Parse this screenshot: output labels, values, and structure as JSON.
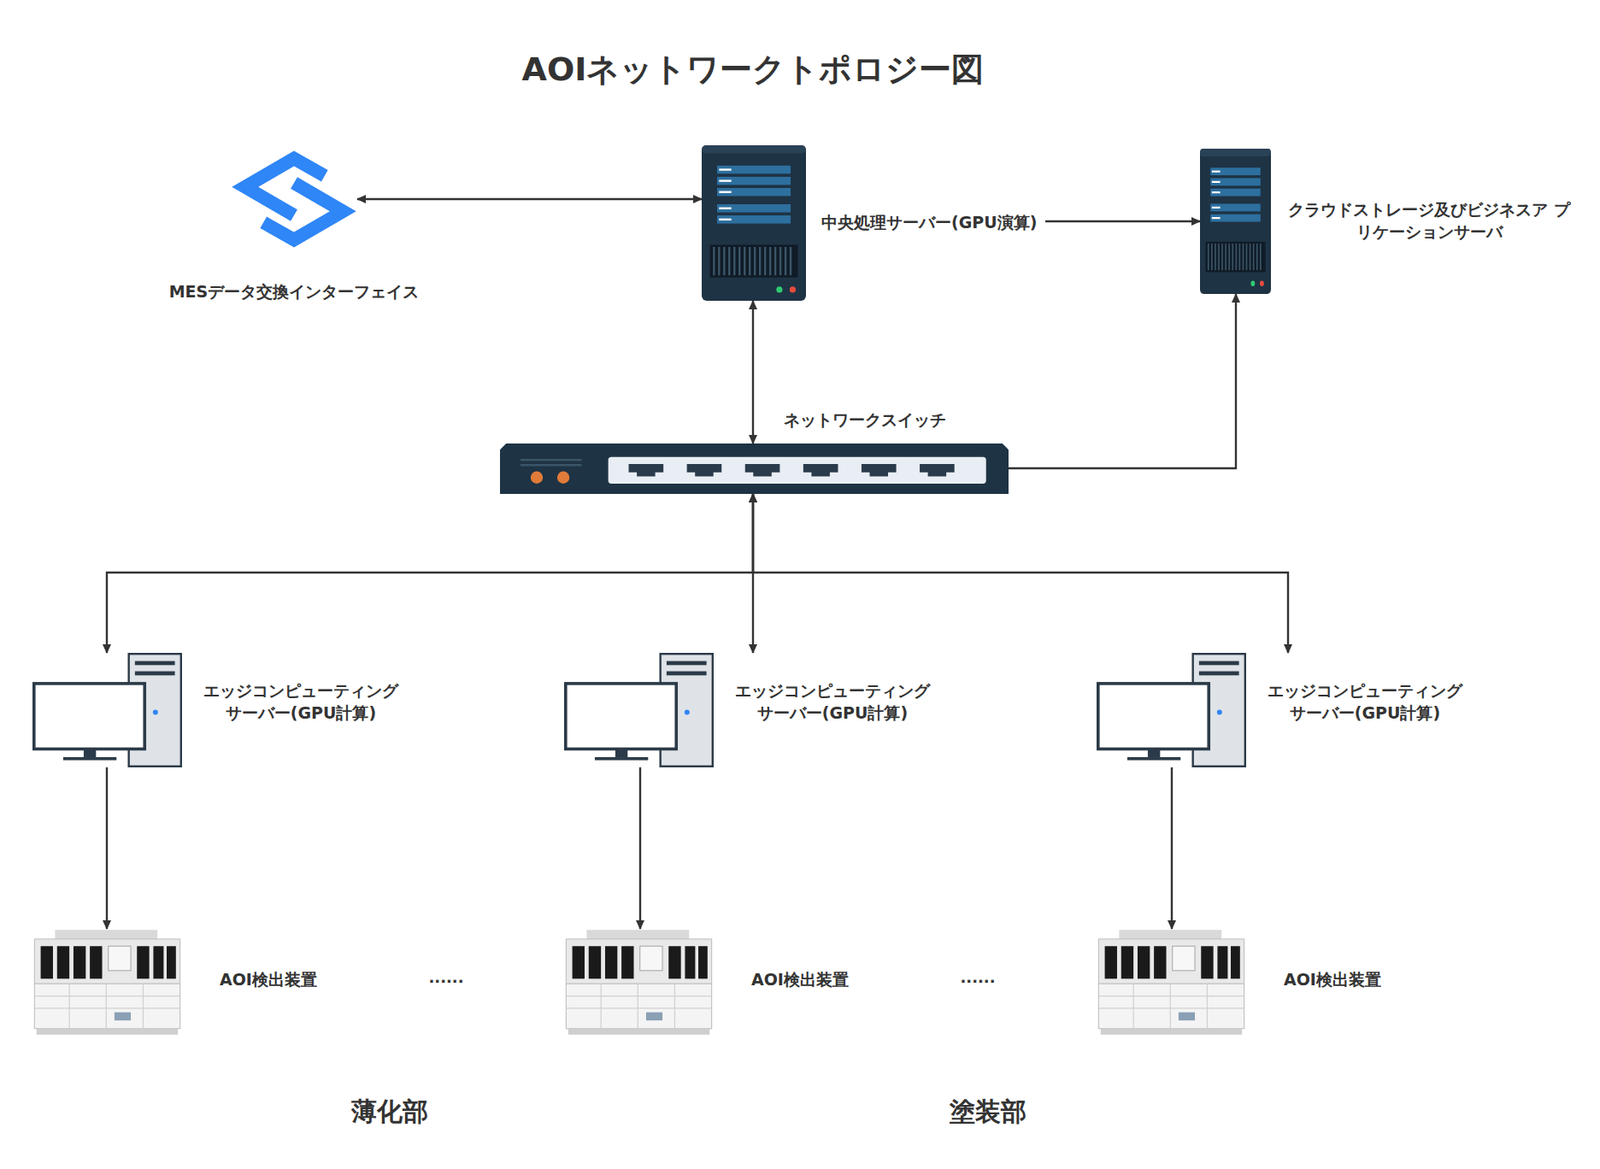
{
  "diagram": {
    "title": "AOIネットワークトポロジー図",
    "nodes": [
      {
        "text": [
          "MESデータ交換インターフェイス"
        ]
      },
      {
        "text": [
          "中央処理サーバー(GPU演算)"
        ]
      },
      {
        "text": [
          "クラウドストレージ及びビジネスア プリケーションサーバ"
        ]
      },
      {
        "text": [
          "ネットワークスイッチ"
        ]
      },
      {
        "text": [
          "エッジコンピューティング サーバー(GPU計算)"
        ]
      },
      {
        "text": [
          "エッジコンピューティング サーバー(GPU計算)"
        ]
      },
      {
        "text": [
          "エッジコンピューティング サーバー(GPU計算)"
        ]
      },
      {
        "text": [
          "AOI検出装置"
        ]
      },
      {
        "text": [
          "AOI検出装置"
        ]
      },
      {
        "text": [
          "AOI検出装置"
        ]
      }
    ],
    "edges": [
      {
        "from": 0,
        "to": 1,
        "arrow": "both"
      },
      {
        "from": 1,
        "to": 2,
        "arrow": "to"
      },
      {
        "from": 1,
        "to": 3,
        "arrow": "both"
      },
      {
        "from": 3,
        "to": 2,
        "arrow": "to"
      },
      {
        "from": 3,
        "to": 4,
        "arrow": "both"
      },
      {
        "from": 3,
        "to": 5,
        "arrow": "both"
      },
      {
        "from": 3,
        "to": 6,
        "arrow": "both"
      },
      {
        "from": 4,
        "to": 7,
        "arrow": "to"
      },
      {
        "from": 5,
        "to": 8,
        "arrow": "to"
      },
      {
        "from": 6,
        "to": 9,
        "arrow": "to"
      }
    ],
    "labels": [
      "......",
      "......",
      "薄化部",
      "塗装部"
    ]
  }
}
